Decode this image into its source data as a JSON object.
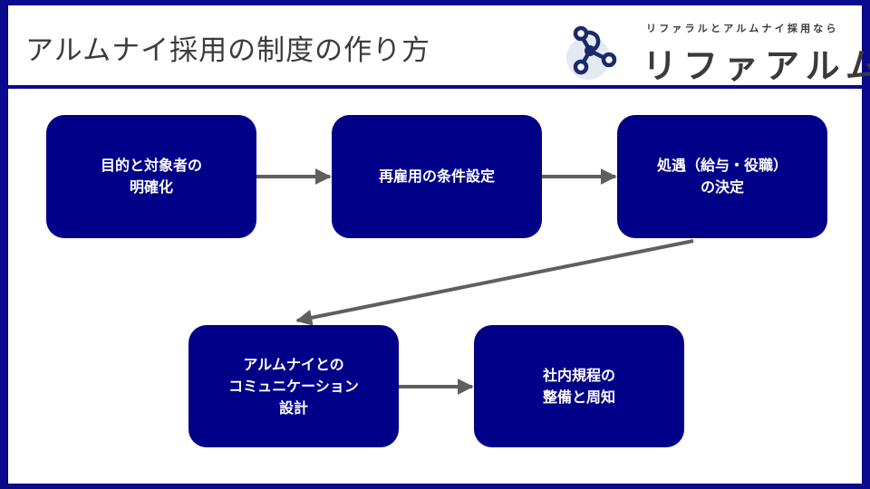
{
  "header": {
    "title": "アルムナイ採用の制度の作り方"
  },
  "logo": {
    "tagline": "リファラルとアルムナイ採用なら",
    "name": "リファアルム",
    "icon": "network-nodes-icon"
  },
  "colors": {
    "frame": "#0a0a8c",
    "step_fill": "#000088",
    "step_text": "#ffffff",
    "arrow": "#5f5f5f",
    "title_text": "#3c3c3c",
    "logo_text": "#3a3a3a",
    "logo_icon": "#1a2a6c",
    "logo_icon_bg": "#e4e9f3"
  },
  "flow": {
    "steps": [
      {
        "label": "目的と対象者の\n明確化"
      },
      {
        "label": "再雇用の条件設定"
      },
      {
        "label": "処遇（給与・役職）\nの決定"
      },
      {
        "label": "アルムナイとの\nコミュニケーション\n設計"
      },
      {
        "label": "社内規程の\n整備と周知"
      }
    ],
    "connections": [
      {
        "from": 1,
        "to": 2
      },
      {
        "from": 2,
        "to": 3
      },
      {
        "from": 3,
        "to": 4
      },
      {
        "from": 4,
        "to": 5
      }
    ]
  }
}
